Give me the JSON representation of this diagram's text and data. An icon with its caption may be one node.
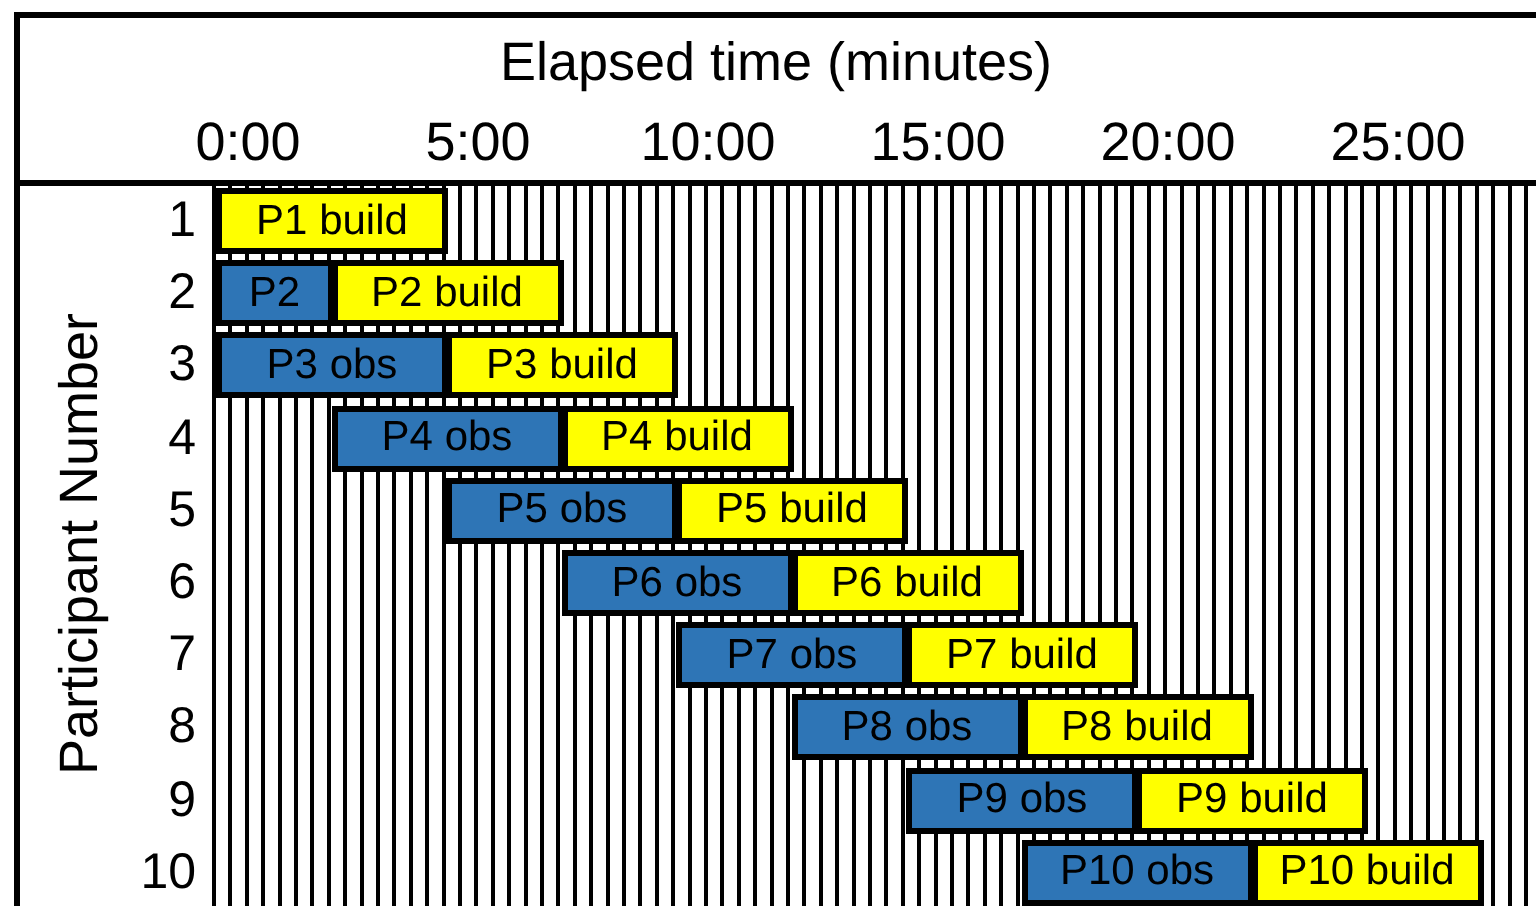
{
  "diagram": {
    "nodes": [
      {
        "text": [
          "P1 build"
        ]
      },
      {
        "text": [
          "P2"
        ]
      },
      {
        "text": [
          "P2 build"
        ]
      },
      {
        "text": [
          "P3 obs"
        ]
      },
      {
        "text": [
          "P3 build"
        ]
      },
      {
        "text": [
          "P4 obs"
        ]
      },
      {
        "text": [
          "P4 build"
        ]
      },
      {
        "text": [
          "P5 obs"
        ]
      },
      {
        "text": [
          "P5 build"
        ]
      },
      {
        "text": [
          "P6 obs"
        ]
      },
      {
        "text": [
          "P6 build"
        ]
      },
      {
        "text": [
          "P7 obs"
        ]
      },
      {
        "text": [
          "P7 build"
        ]
      },
      {
        "text": [
          "P8 obs"
        ]
      },
      {
        "text": [
          "P8 build"
        ]
      },
      {
        "text": [
          "P9 obs"
        ]
      },
      {
        "text": [
          "P9 build"
        ]
      },
      {
        "text": [
          "P10 obs"
        ]
      },
      {
        "text": [
          "P10 build"
        ]
      }
    ],
    "labels": [
      "Elapsed time (minutes)",
      "0:00",
      "5:00",
      "10:00",
      "15:00",
      "20:00",
      "25:00",
      "Participant Number",
      "1",
      "2",
      "3",
      "4",
      "5",
      "6",
      "7",
      "8",
      "9",
      "10"
    ]
  }
}
